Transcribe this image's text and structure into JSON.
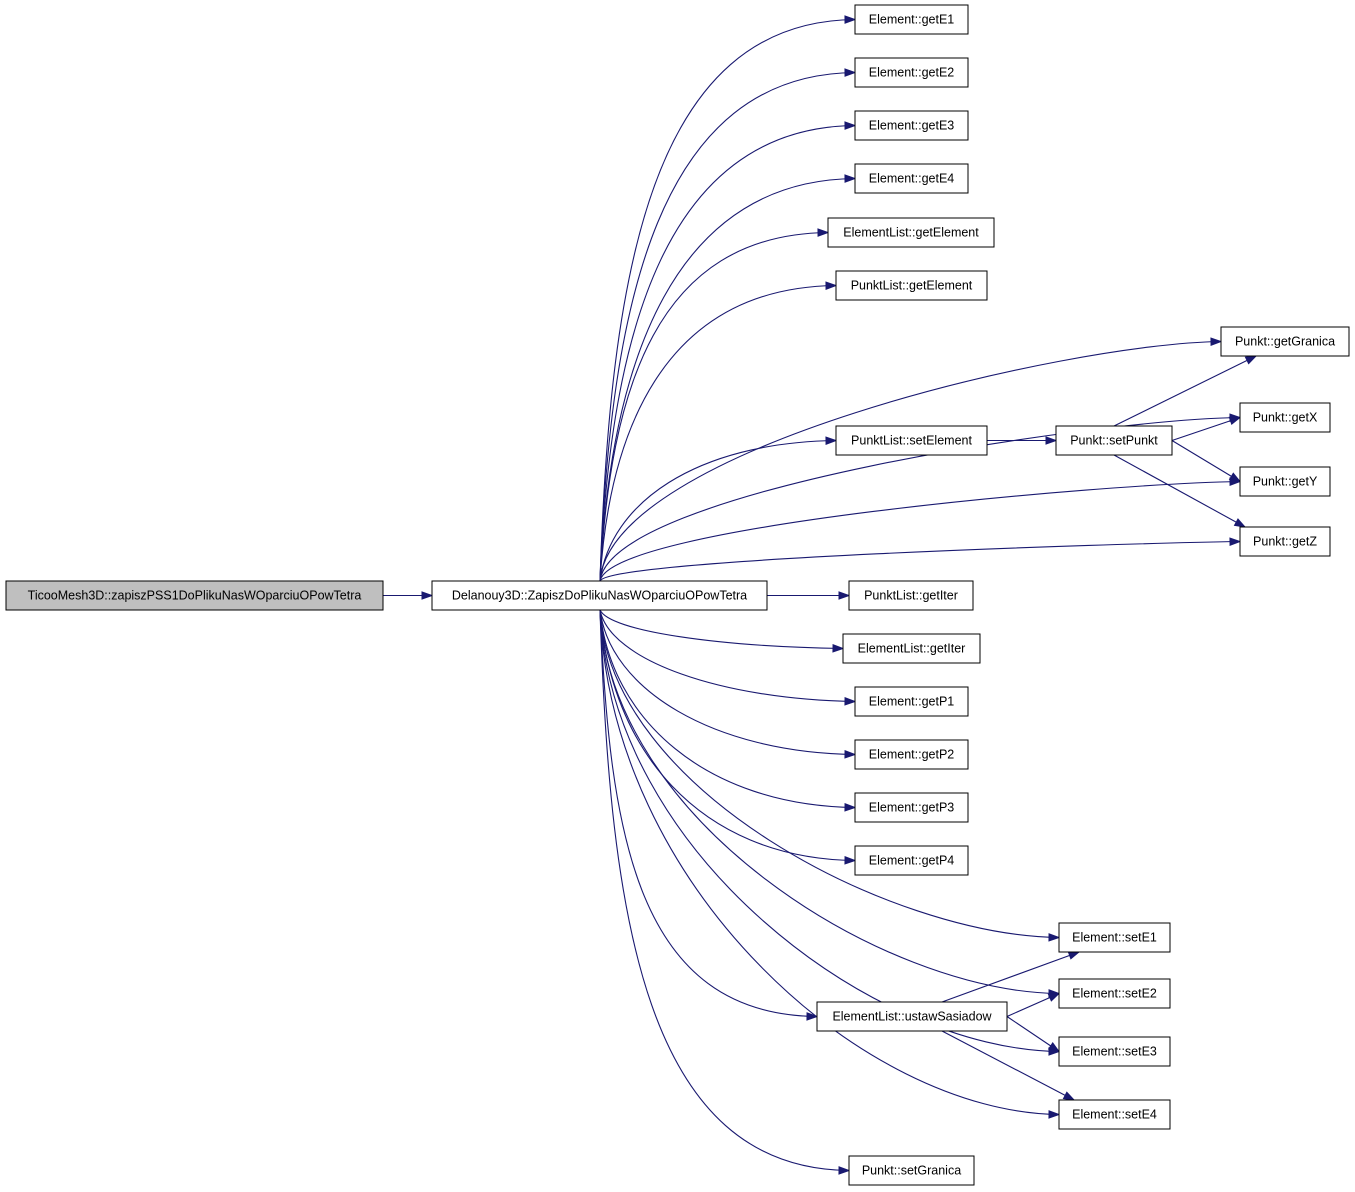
{
  "colors": {
    "edge": "#191970",
    "node_fill": "#ffffff",
    "root_fill": "#bfbfbf",
    "node_border": "#000000"
  },
  "nodes": {
    "root": "TicooMesh3D::zapiszPSS1DoPlikuNasWOparciuOPowTetra",
    "main": "Delanouy3D::ZapiszDoPlikuNasWOparciuOPowTetra",
    "element_getE1": "Element::getE1",
    "element_getE2": "Element::getE2",
    "element_getE3": "Element::getE3",
    "element_getE4": "Element::getE4",
    "elementlist_getElement": "ElementList::getElement",
    "punktlist_getElement": "PunktList::getElement",
    "punkt_getGranica": "Punkt::getGranica",
    "punkt_getX": "Punkt::getX",
    "punktlist_setElement": "PunktList::setElement",
    "punkt_setPunkt": "Punkt::setPunkt",
    "punkt_getY": "Punkt::getY",
    "punkt_getZ": "Punkt::getZ",
    "punktlist_getIter": "PunktList::getIter",
    "elementlist_getIter": "ElementList::getIter",
    "element_getP1": "Element::getP1",
    "element_getP2": "Element::getP2",
    "element_getP3": "Element::getP3",
    "element_getP4": "Element::getP4",
    "element_setE1": "Element::setE1",
    "element_setE2": "Element::setE2",
    "elementlist_ustawSasiadow": "ElementList::ustawSasiadow",
    "element_setE3": "Element::setE3",
    "element_setE4": "Element::setE4",
    "punkt_setGranica": "Punkt::setGranica"
  },
  "edges": [
    [
      "root",
      "main"
    ],
    [
      "main",
      "element_getE1"
    ],
    [
      "main",
      "element_getE2"
    ],
    [
      "main",
      "element_getE3"
    ],
    [
      "main",
      "element_getE4"
    ],
    [
      "main",
      "elementlist_getElement"
    ],
    [
      "main",
      "punktlist_getElement"
    ],
    [
      "main",
      "punkt_getGranica"
    ],
    [
      "main",
      "punkt_getX"
    ],
    [
      "main",
      "punktlist_setElement"
    ],
    [
      "main",
      "punkt_getY"
    ],
    [
      "main",
      "punkt_getZ"
    ],
    [
      "main",
      "punktlist_getIter"
    ],
    [
      "main",
      "elementlist_getIter"
    ],
    [
      "main",
      "element_getP1"
    ],
    [
      "main",
      "element_getP2"
    ],
    [
      "main",
      "element_getP3"
    ],
    [
      "main",
      "element_getP4"
    ],
    [
      "main",
      "element_setE1"
    ],
    [
      "main",
      "element_setE2"
    ],
    [
      "main",
      "elementlist_ustawSasiadow"
    ],
    [
      "main",
      "element_setE3"
    ],
    [
      "main",
      "element_setE4"
    ],
    [
      "main",
      "punkt_setGranica"
    ],
    [
      "punktlist_setElement",
      "punkt_setPunkt"
    ],
    [
      "punkt_setPunkt",
      "punkt_getGranica"
    ],
    [
      "punkt_setPunkt",
      "punkt_getX"
    ],
    [
      "punkt_setPunkt",
      "punkt_getY"
    ],
    [
      "punkt_setPunkt",
      "punkt_getZ"
    ],
    [
      "elementlist_ustawSasiadow",
      "element_setE1"
    ],
    [
      "elementlist_ustawSasiadow",
      "element_setE2"
    ],
    [
      "elementlist_ustawSasiadow",
      "element_setE3"
    ],
    [
      "elementlist_ustawSasiadow",
      "element_setE4"
    ]
  ]
}
